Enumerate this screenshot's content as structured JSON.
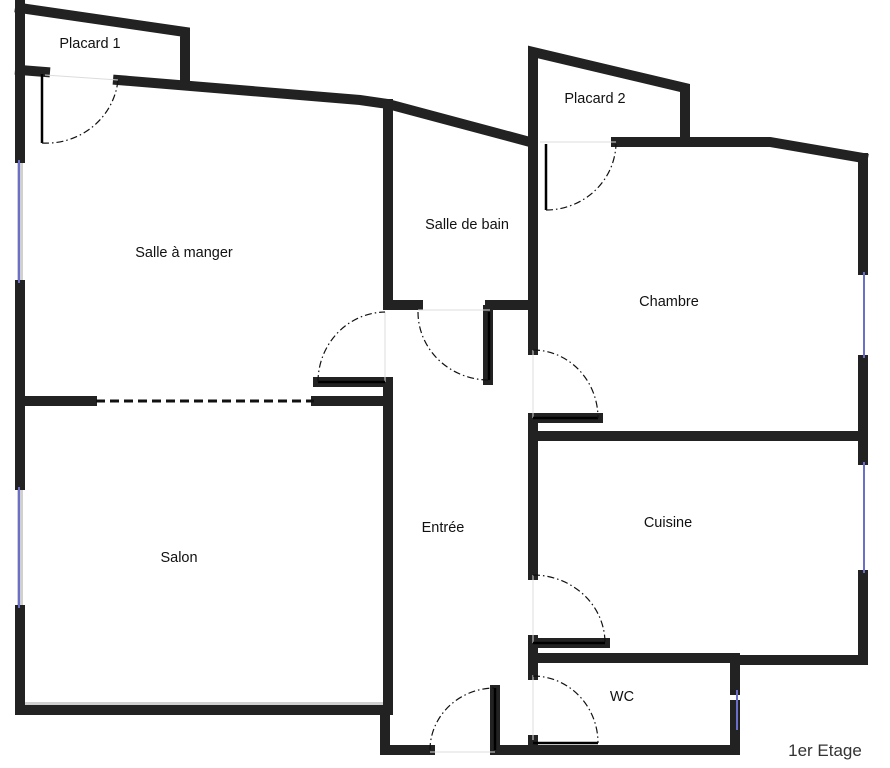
{
  "plan": {
    "rooms": {
      "placard1": "Placard 1",
      "placard2": "Placard 2",
      "salle_a_manger": "Salle à manger",
      "salle_de_bain": "Salle de bain",
      "chambre": "Chambre",
      "salon": "Salon",
      "entree": "Entrée",
      "cuisine": "Cuisine",
      "wc": "WC"
    },
    "floor": "1er Etage",
    "colors": {
      "wall": "#222222",
      "window": "#6b6fc9",
      "background": "#ffffff"
    }
  }
}
